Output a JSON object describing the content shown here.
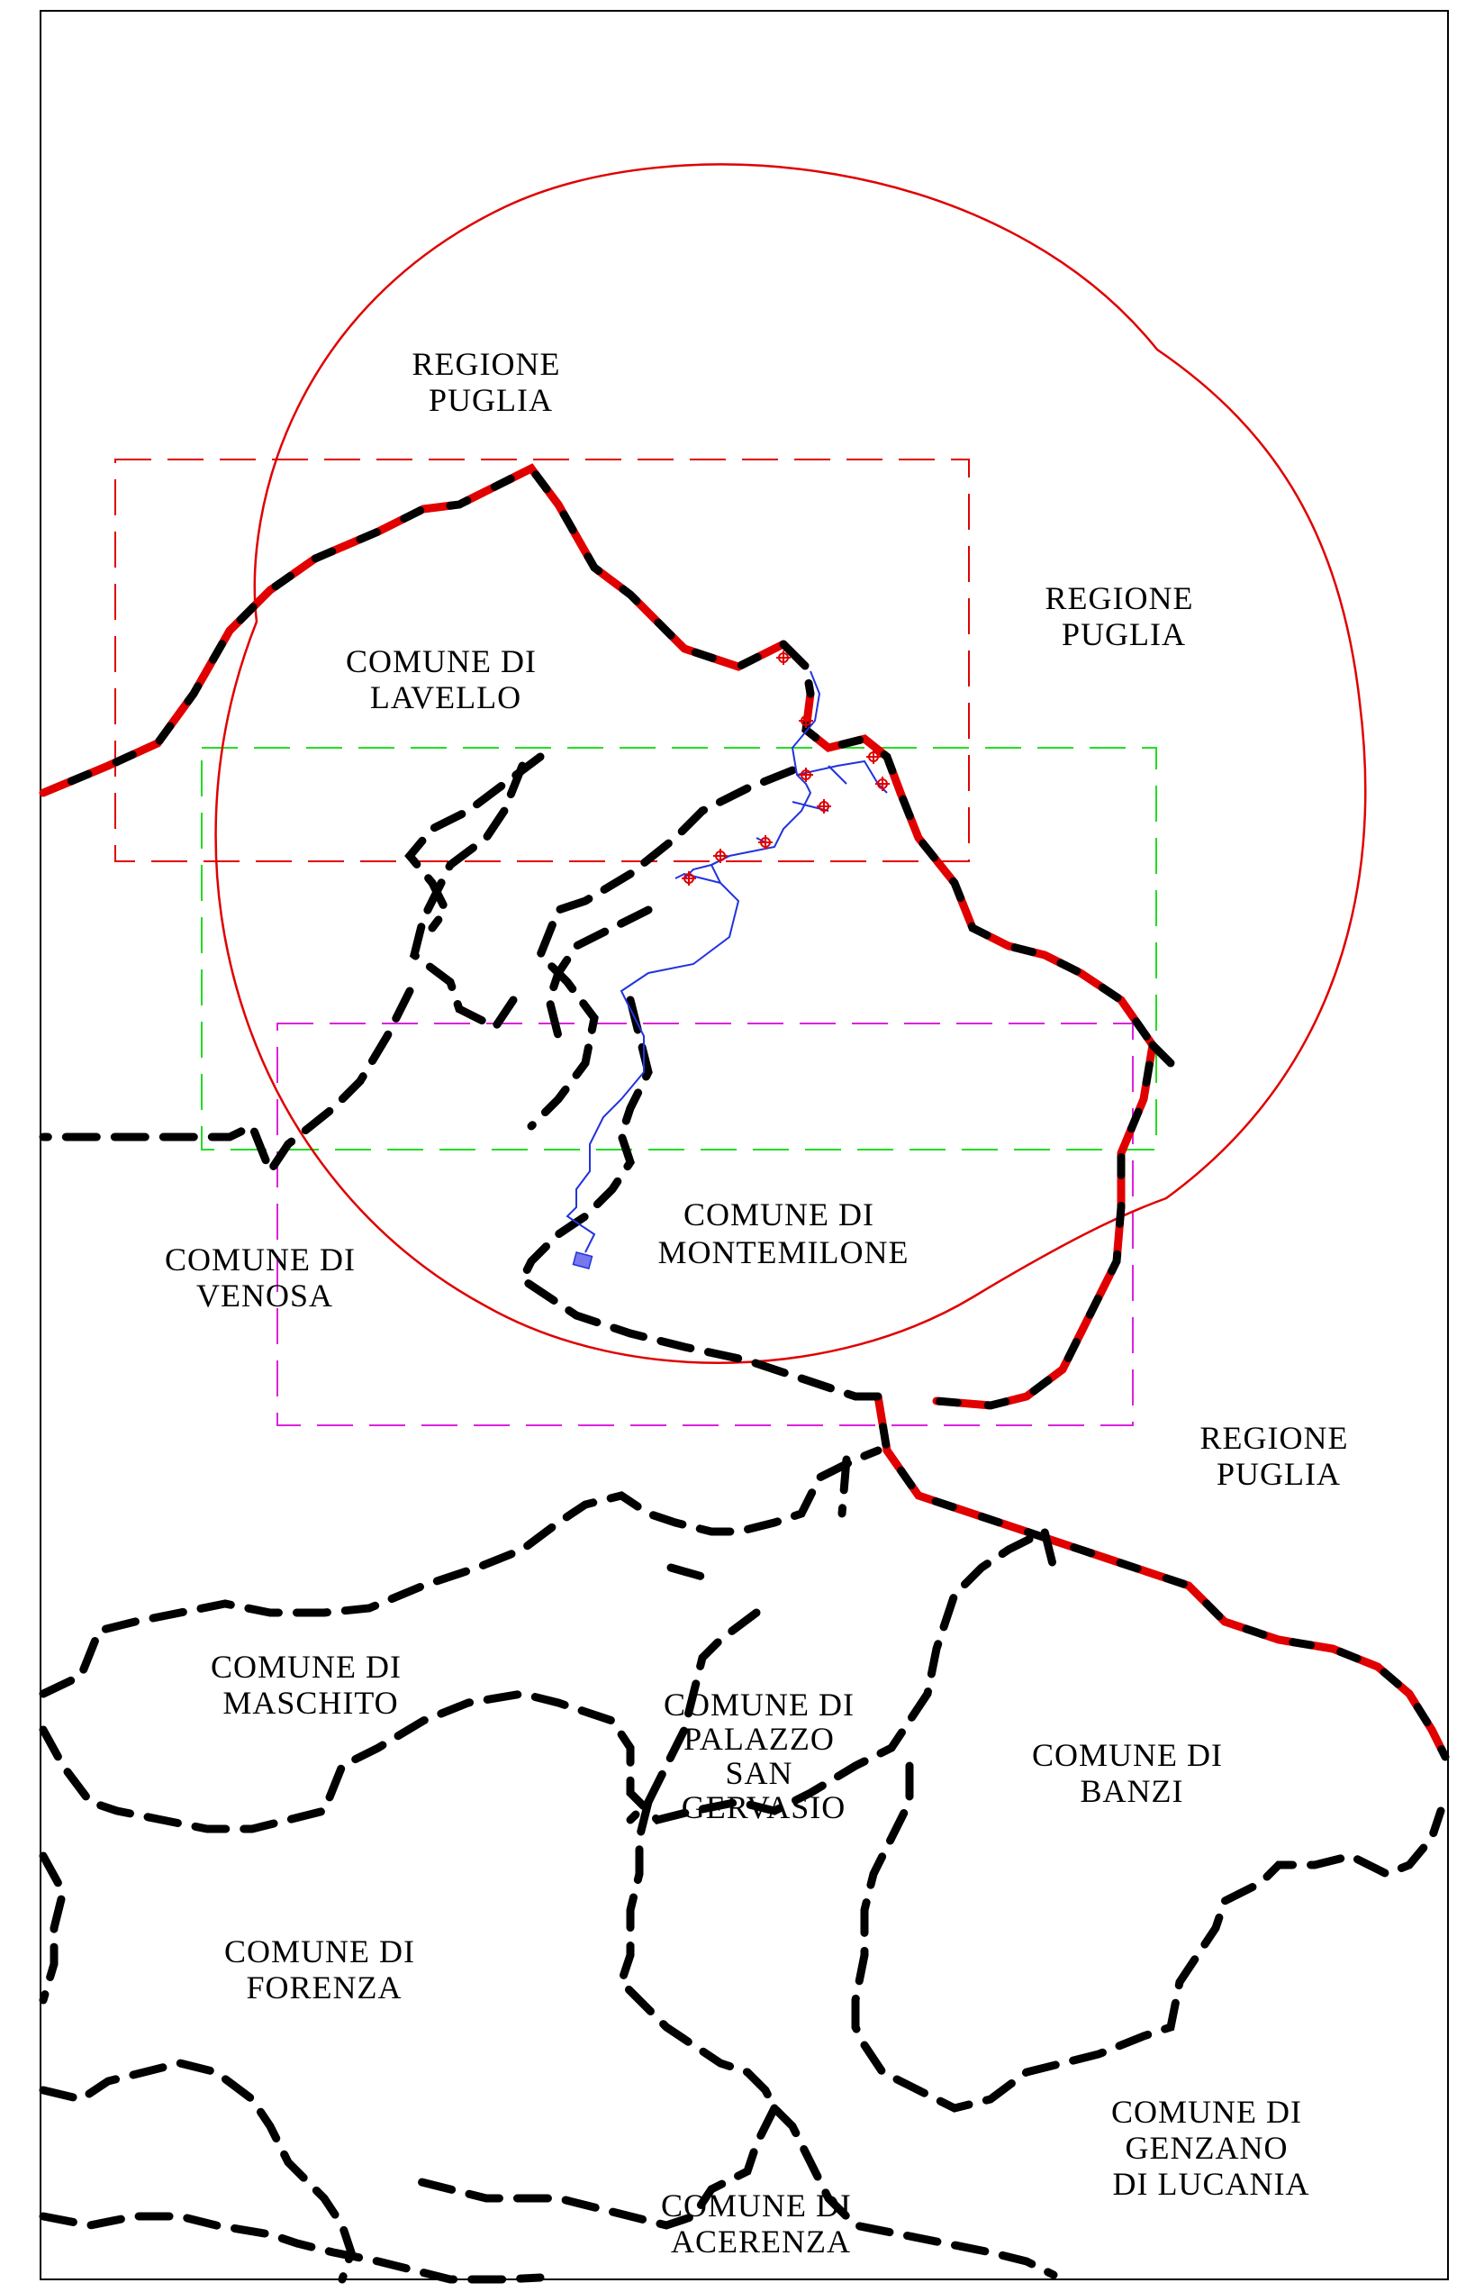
{
  "colors": {
    "municipal_boundary": "#000000",
    "regional_boundary": "#e00000",
    "buffer_circle": "#e00000",
    "frame_red": "#e00000",
    "frame_green": "#22dd22",
    "frame_magenta": "#dd22dd",
    "network": "#2233dd",
    "site": "#7777ee"
  },
  "labels": {
    "puglia_north": [
      "REGIONE",
      "PUGLIA"
    ],
    "puglia_east": [
      "REGIONE",
      "PUGLIA"
    ],
    "puglia_southeast": [
      "REGIONE",
      "PUGLIA"
    ],
    "lavello": [
      "COMUNE DI",
      "LAVELLO"
    ],
    "venosa": [
      "COMUNE DI",
      "VENOSA"
    ],
    "montemilone": [
      "COMUNE DI",
      "MONTEMILONE"
    ],
    "maschito": [
      "COMUNE DI",
      "MASCHITO"
    ],
    "palazzo": [
      "COMUNE DI",
      "PALAZZO",
      "SAN",
      "GERVASIO"
    ],
    "banzi": [
      "COMUNE DI",
      "BANZI"
    ],
    "forenza": [
      "COMUNE DI",
      "FORENZA"
    ],
    "genzano": [
      "COMUNE DI",
      "GENZANO",
      "DI LUCANIA"
    ],
    "acerenza": [
      "COMUNE DI",
      "ACERENZA"
    ]
  },
  "icons": {
    "turbine": "turbine-marker-icon",
    "substation": "substation-icon"
  }
}
